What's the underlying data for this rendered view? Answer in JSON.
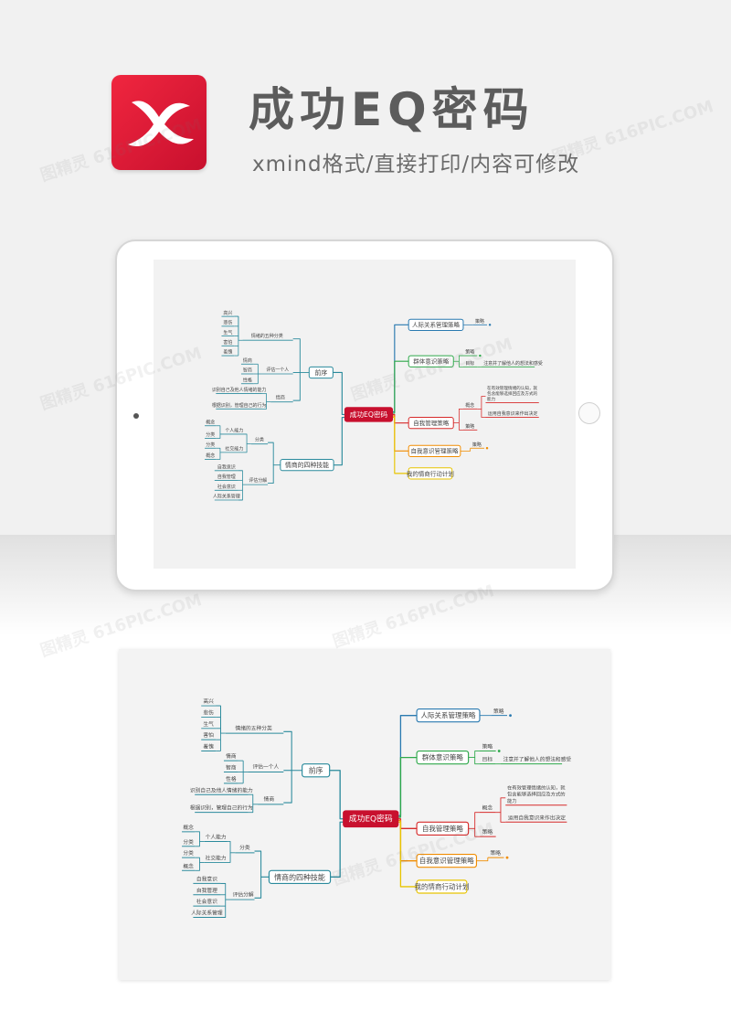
{
  "header": {
    "title": "成功EQ密码",
    "subtitle": "xmind格式/直接打印/内容可修改"
  },
  "watermark": "图精灵 616PIC.COM",
  "mindmap": {
    "root": "成功EQ密码",
    "left_main": [
      "前序",
      "情商的四种技能"
    ],
    "qianxu": {
      "groups": [
        "情绪的五种分类",
        "评估一个人",
        "情商"
      ],
      "emotions": [
        "高兴",
        "悲伤",
        "生气",
        "害怕",
        "羞愧"
      ],
      "evaluate": [
        "情商",
        "智商",
        "性格"
      ],
      "eq": [
        "识别自己及他人情绪的能力",
        "根据识别，管理自己的行为"
      ]
    },
    "skills": {
      "groups": [
        "分类",
        "评估分解"
      ],
      "fenlei": [
        "个人能力",
        "社交能力"
      ],
      "fenlei_leaves": [
        "概念",
        "分类",
        "分类",
        "概念"
      ],
      "pinggu": [
        "自我意识",
        "自我管理",
        "社会意识",
        "人际关系管理"
      ]
    },
    "right_main": [
      "人际关系管理策略",
      "群体意识策略",
      "自我管理策略",
      "自我意识管理策略",
      "我的情商行动计划"
    ],
    "right_leaves": {
      "renji": [
        "策略"
      ],
      "qunti": [
        "策略",
        "目标"
      ],
      "qunti_goal": "注意并了解他人的想法和感受",
      "ziwo": [
        "概念",
        "策略"
      ],
      "ziwo_concept": [
        "在有效管理情绪的认知，就",
        "包含能够选择回应及方式的",
        "能力"
      ],
      "ziwo_strategy": "运用自我意识来作出决定",
      "ziwoyishi": [
        "策略"
      ]
    }
  },
  "colors": {
    "logo_red": "#e8203a",
    "root": "#c8102e",
    "left_branch": "#2a8a9c",
    "renji": "#2a7ab0",
    "qunti": "#2ea84a",
    "ziwo": "#d62a2a",
    "ziwoyishi": "#f08c00",
    "plan": "#e8c400"
  }
}
